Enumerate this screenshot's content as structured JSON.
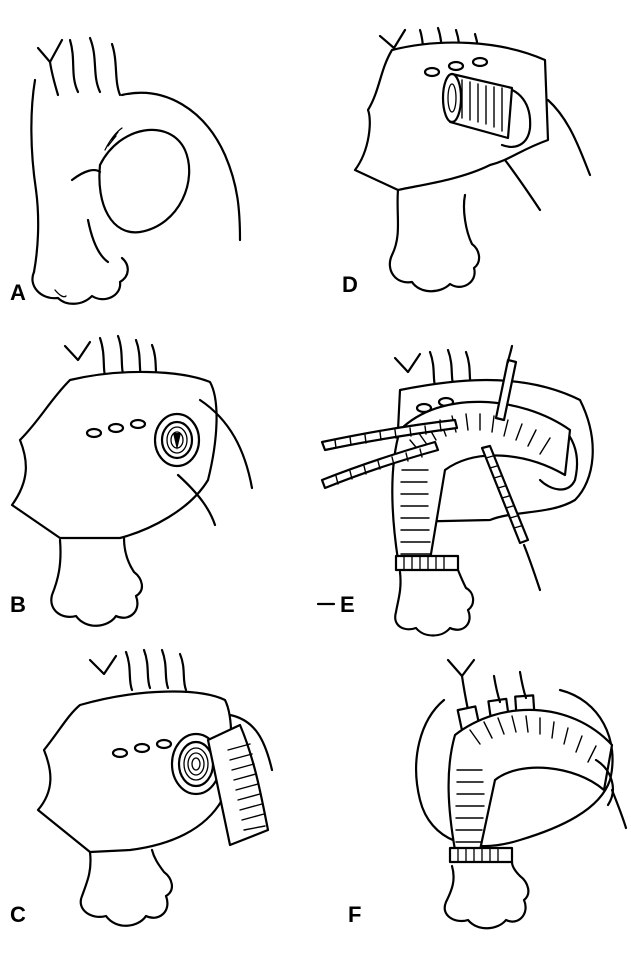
{
  "figure": {
    "panels": [
      {
        "id": "A",
        "label": "A"
      },
      {
        "id": "B",
        "label": "B"
      },
      {
        "id": "C",
        "label": "C"
      },
      {
        "id": "D",
        "label": "D"
      },
      {
        "id": "E",
        "label": "E"
      },
      {
        "id": "F",
        "label": "F"
      }
    ],
    "colors": {
      "ink": "#000000",
      "paper": "#ffffff"
    }
  }
}
